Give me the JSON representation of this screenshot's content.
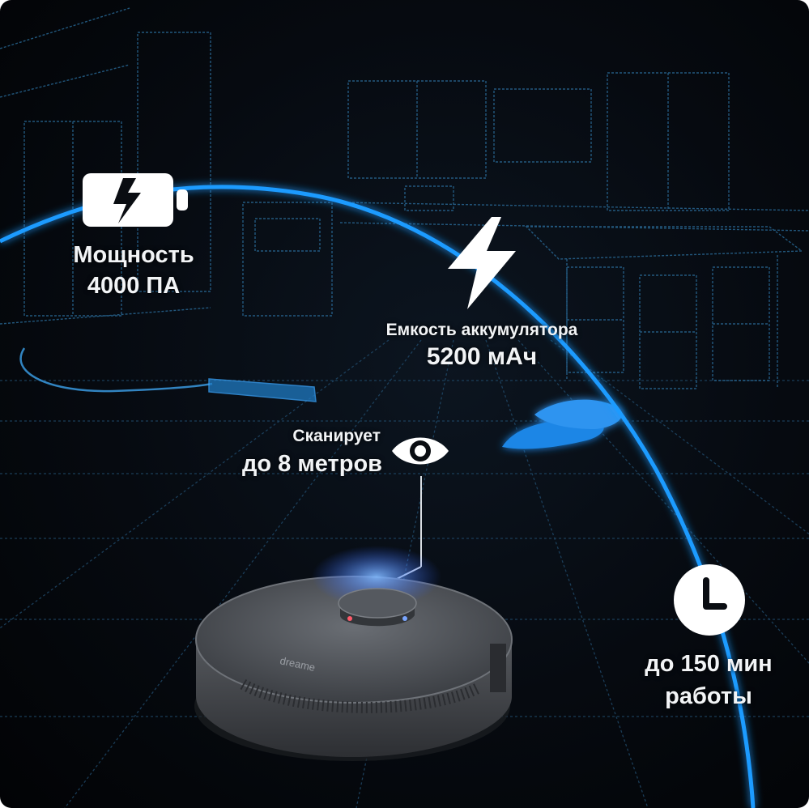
{
  "features": {
    "power": {
      "line1": "Мощность",
      "line2": "4000 ПА",
      "icon": "battery-charging-icon"
    },
    "battery": {
      "title": "Емкость аккумулятора",
      "value": "5200 мАч",
      "icon": "lightning-bolt-icon"
    },
    "lidar": {
      "title": "Сканирует",
      "value": "до 8 метров",
      "icon": "eye-icon"
    },
    "runtime": {
      "line1": "до 150 мин",
      "line2": "работы",
      "icon": "clock-icon"
    }
  },
  "robot": {
    "brand": "dreame"
  },
  "colors": {
    "arc": "#1e9bff",
    "wireframe": "#2a6c9a",
    "floor": "#1b3a55",
    "text": "#f2f4f6",
    "robot_body": "#4a4d52"
  }
}
